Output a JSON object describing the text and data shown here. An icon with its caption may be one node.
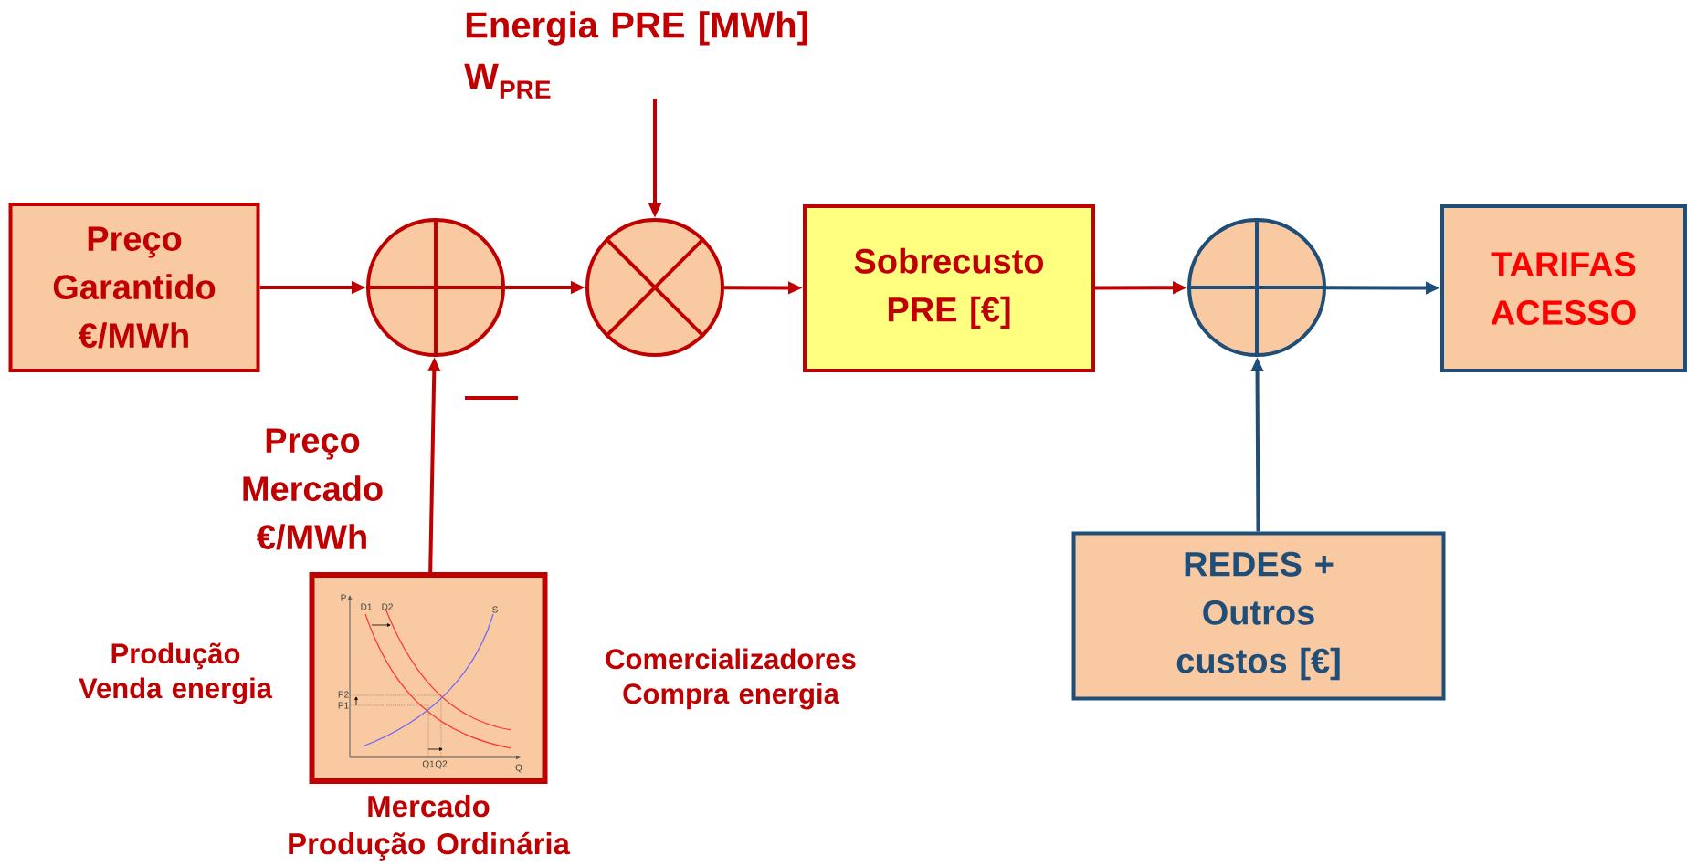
{
  "diagram": {
    "nodes": [
      {
        "text": [
          "Preço Garantido €/MWh"
        ]
      },
      {
        "text": [],
        "shape": "circle"
      },
      {
        "text": [],
        "shape": "circle"
      },
      {
        "text": [
          "Energia PRE [MWh]",
          "W$_{PRE}$"
        ]
      },
      {
        "text": [
          "Sobrecusto PRE [€]"
        ]
      },
      {
        "text": [],
        "shape": "circle"
      },
      {
        "text": [
          "TARIFAS ACESSO"
        ]
      },
      {
        "text": [
          "REDES + Outros custos [€]"
        ]
      },
      {
        "text": [],
        "shape": "picture",
        "beside": [
          "Mercado Produção Ordinária",
          "Produção Venda energia",
          "Comercializadores Compra energia"
        ]
      }
    ],
    "edges": [
      {
        "from": 0,
        "to": 1,
        "arrow": "to"
      },
      {
        "from": 1,
        "to": 2,
        "arrow": "to"
      },
      {
        "from": 3,
        "to": 2,
        "arrow": "to"
      },
      {
        "from": 2,
        "to": 4,
        "arrow": "to"
      },
      {
        "from": 4,
        "to": 5,
        "arrow": "to"
      },
      {
        "from": 5,
        "to": 6,
        "arrow": "to",
        "color": "#1f4e79"
      },
      {
        "from": 7,
        "to": 5,
        "arrow": "to",
        "color": "#1f4e79"
      },
      {
        "from": 8,
        "to": 1,
        "arrow": "to",
        "label": "Preço Mercado €/MWh"
      }
    ],
    "labels": [
      "P",
      "D1",
      "D2",
      "S",
      "P2",
      "P1",
      "Q1",
      "Q2",
      "Q"
    ]
  }
}
